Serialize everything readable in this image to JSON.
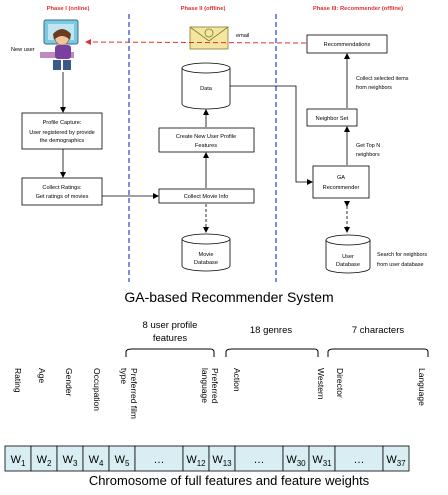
{
  "phases": {
    "p1": "Phase I (online)",
    "p2": "Phase II (offline)",
    "p3": "Phase III: Recommender (offline)"
  },
  "labels": {
    "new_user": "New user",
    "email": "email",
    "profile_capture_title": "Profile Capture:",
    "profile_capture_l1": "User registered by provide",
    "profile_capture_l2": "the demographics",
    "collect_ratings_title": "Collect Ratings:",
    "collect_ratings_sub": "Get ratings of movies",
    "collect_movie_info": "Collect Movie Info",
    "create_profile_l1": "Create New User Profile",
    "create_profile_l2": "Features",
    "data": "Data",
    "movie_db_l1": "Movie",
    "movie_db_l2": "Database",
    "recommendations": "Recommendations",
    "collect_selected_l1": "Collect selected items",
    "collect_selected_l2": "from neighbors",
    "neighbor_set": "Neighbor Set",
    "get_top_n_l1": "Get Top N",
    "get_top_n_l2": "neighbors",
    "ga_rec_l1": "GA",
    "ga_rec_l2": "Recommender",
    "user_db_l1": "User",
    "user_db_l2": "Database",
    "search_l1": "Search for neighbors",
    "search_l2": "from user database"
  },
  "title": "GA-based Recommender System",
  "feature_groups": {
    "user_profile_l1": "8 user profile",
    "user_profile_l2": "features",
    "genres": "18 genres",
    "characters": "7 characters"
  },
  "features": {
    "rating": "Rating",
    "age": "Age",
    "gender": "Gender",
    "occupation": "Occupation",
    "film_l1": "Preferred film",
    "film_l2": "type",
    "lang_l1": "Preferred",
    "lang_l2": "language",
    "action": "Action",
    "western": "Western",
    "director": "Director",
    "language": "Language"
  },
  "chromosome": {
    "cells": [
      {
        "base": "W",
        "sub": "1"
      },
      {
        "base": "W",
        "sub": "2"
      },
      {
        "base": "W",
        "sub": "3"
      },
      {
        "base": "W",
        "sub": "4"
      },
      {
        "base": "W",
        "sub": "5"
      },
      {
        "base": "…",
        "sub": ""
      },
      {
        "base": "W",
        "sub": "12"
      },
      {
        "base": "W",
        "sub": "13"
      },
      {
        "base": "…",
        "sub": ""
      },
      {
        "base": "W",
        "sub": "30"
      },
      {
        "base": "W",
        "sub": "31"
      },
      {
        "base": "…",
        "sub": ""
      },
      {
        "base": "W",
        "sub": "37"
      }
    ],
    "caption": "Chromosome of full features and feature weights",
    "fill": "#d9eef2"
  },
  "colors": {
    "phase_text": "#e03030",
    "phase_divider": "#2a3fd6",
    "email_arrow": "#e03030"
  }
}
